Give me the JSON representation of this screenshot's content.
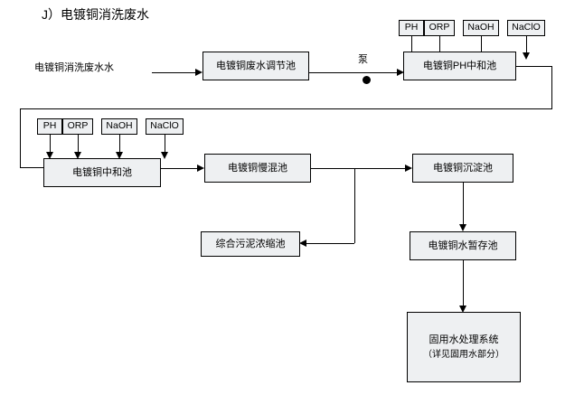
{
  "diagram": {
    "title": "J）电镀铜消洗废水",
    "inlet_label": "电镀铜消洗废水水",
    "pump_label": "泵",
    "boxes": {
      "adjust_tank": "电镀铜废水调节池",
      "ph_neutral_tank_1": "电镀铜PH中和池",
      "ph_neutral_tank_2": "电镀铜中和池",
      "slow_mix_tank": "电镀铜慢混池",
      "sedimentation_tank": "电镀铜沉淀池",
      "storage_tank": "电镀铜水暂存池",
      "sludge_tank": "综合污泥浓缩池",
      "reuse_system_line1": "固用水处理系统",
      "reuse_system_line2": "（详见固用水部分）"
    },
    "chemicals_top": [
      {
        "id": "ph",
        "label": "PH"
      },
      {
        "id": "orp",
        "label": "ORP"
      },
      {
        "id": "naoh",
        "label": "NaOH"
      },
      {
        "id": "naclo",
        "label": "NaClO"
      }
    ],
    "chemicals_bottom": [
      {
        "id": "ph2",
        "label": "PH"
      },
      {
        "id": "orp2",
        "label": "ORP"
      },
      {
        "id": "naoh2",
        "label": "NaOH"
      },
      {
        "id": "naclo2",
        "label": "NaClO"
      }
    ]
  },
  "colors": {
    "box_fill": "#eef0f2",
    "stroke": "#000000",
    "background": "#ffffff"
  }
}
